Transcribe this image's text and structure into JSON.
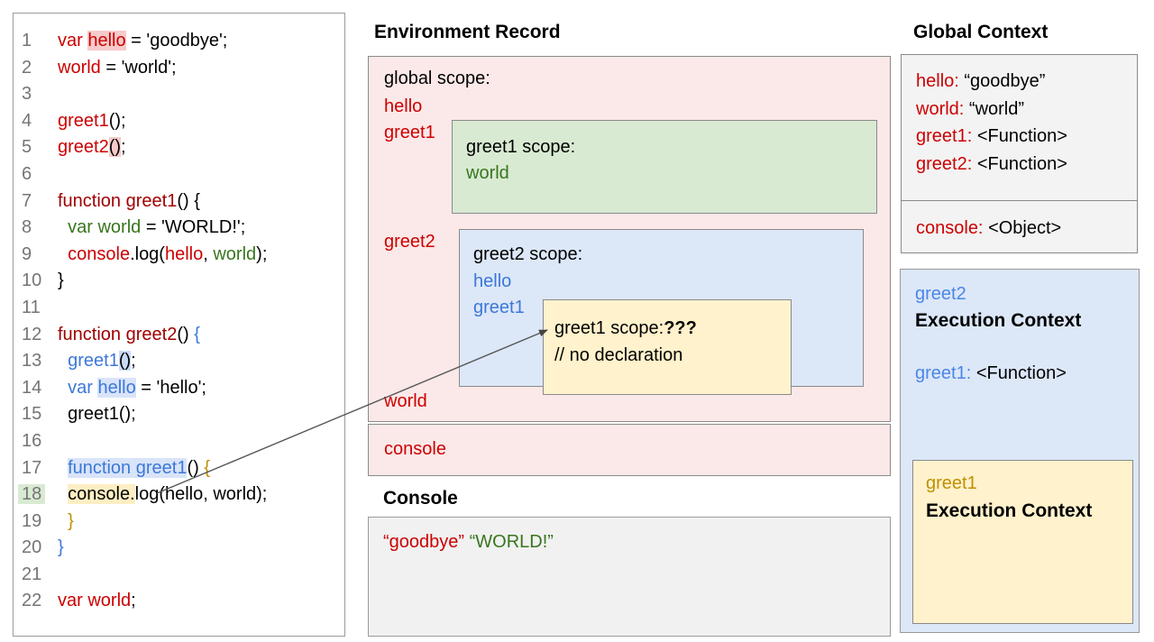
{
  "colors": {
    "code_red": "#cc0000",
    "code_dark_red": "#a00000",
    "code_green": "#38761d",
    "code_blue": "#3c78d8",
    "code_gold": "#bf9000",
    "line_number_gray": "#757575",
    "scope_pink_bg": "#fbe8e8",
    "scope_green_bg": "#d9ead3",
    "scope_blue_bg": "#dce7f8",
    "scope_yellow_bg": "#fff2cc",
    "panel_gray_bg": "#f3f3f3",
    "console_gray_bg": "#f1f1f1"
  },
  "code_panel": {
    "lines": [
      {
        "num": "1",
        "tokens": [
          {
            "t": "var ",
            "c": "red"
          },
          {
            "t": "hello",
            "c": "red",
            "hl": "red"
          },
          {
            "t": " = 'goodbye';"
          }
        ]
      },
      {
        "num": "2",
        "tokens": [
          {
            "t": "world",
            "c": "red"
          },
          {
            "t": " = 'world';"
          }
        ]
      },
      {
        "num": "3",
        "tokens": []
      },
      {
        "num": "4",
        "tokens": [
          {
            "t": "greet1",
            "c": "red"
          },
          {
            "t": "();"
          }
        ]
      },
      {
        "num": "5",
        "tokens": [
          {
            "t": "greet2",
            "c": "red"
          },
          {
            "t": "()",
            "hl": "red"
          },
          {
            "t": ";"
          }
        ]
      },
      {
        "num": "6",
        "tokens": []
      },
      {
        "num": "7",
        "tokens": [
          {
            "t": "function greet1",
            "c": "darkred"
          },
          {
            "t": "() {"
          }
        ]
      },
      {
        "num": "8",
        "tokens": [
          {
            "t": "  "
          },
          {
            "t": "var world",
            "c": "green"
          },
          {
            "t": " = 'WORLD!';"
          }
        ]
      },
      {
        "num": "9",
        "tokens": [
          {
            "t": "  "
          },
          {
            "t": "console",
            "c": "red"
          },
          {
            "t": ".log("
          },
          {
            "t": "hello",
            "c": "red"
          },
          {
            "t": ", "
          },
          {
            "t": "world",
            "c": "green"
          },
          {
            "t": ");"
          }
        ]
      },
      {
        "num": "10",
        "tokens": [
          {
            "t": "}"
          }
        ]
      },
      {
        "num": "11",
        "tokens": []
      },
      {
        "num": "12",
        "tokens": [
          {
            "t": "function greet2",
            "c": "darkred"
          },
          {
            "t": "() "
          },
          {
            "t": "{",
            "c": "blue"
          }
        ]
      },
      {
        "num": "13",
        "tokens": [
          {
            "t": "  "
          },
          {
            "t": "greet1",
            "c": "blue"
          },
          {
            "t": "()",
            "hl": "blue"
          },
          {
            "t": ";"
          }
        ]
      },
      {
        "num": "14",
        "tokens": [
          {
            "t": "  "
          },
          {
            "t": "var ",
            "c": "blue"
          },
          {
            "t": "hello",
            "c": "blue",
            "hl": "lightblue"
          },
          {
            "t": " = 'hello';"
          }
        ]
      },
      {
        "num": "15",
        "tokens": [
          {
            "t": "  "
          },
          {
            "t": "greet1();"
          }
        ]
      },
      {
        "num": "16",
        "tokens": []
      },
      {
        "num": "17",
        "tokens": [
          {
            "t": "  "
          },
          {
            "t": "function greet1",
            "c": "blue",
            "hl": "lightblue"
          },
          {
            "t": "() "
          },
          {
            "t": "{",
            "c": "gold"
          }
        ]
      },
      {
        "num": "18",
        "num_hl": "green",
        "tokens": [
          {
            "t": "  "
          },
          {
            "t": "console.",
            "hl": "yellow"
          },
          {
            "t": "log(hello, world);"
          }
        ]
      },
      {
        "num": "19",
        "tokens": [
          {
            "t": "  "
          },
          {
            "t": "}",
            "c": "gold"
          }
        ]
      },
      {
        "num": "20",
        "tokens": [
          {
            "t": "}",
            "c": "blue"
          }
        ]
      },
      {
        "num": "21",
        "tokens": []
      },
      {
        "num": "22",
        "tokens": [
          {
            "t": "var world",
            "c": "red"
          },
          {
            "t": ";"
          }
        ]
      }
    ]
  },
  "environment_record": {
    "title": "Environment Record",
    "global_label": "global scope:",
    "var_hello": "hello",
    "var_greet1": "greet1",
    "var_greet2": "greet2",
    "var_world": "world",
    "var_console": "console",
    "greet1_scope_label": "greet1 scope:",
    "greet1_scope_var": "world",
    "greet2_scope_label": "greet2 scope:",
    "greet2_scope_var1": "hello",
    "greet2_scope_var2": "greet1",
    "inner_label": "greet1 scope:",
    "inner_question": "???",
    "inner_comment": "// no declaration"
  },
  "console_panel": {
    "title": "Console",
    "output": [
      {
        "t": "“goodbye”",
        "c": "red"
      },
      {
        "t": " "
      },
      {
        "t": "“WORLD!”",
        "c": "green"
      }
    ]
  },
  "global_context": {
    "title": "Global Context",
    "entries": [
      {
        "key": "hello:",
        "value": "“goodbye”"
      },
      {
        "key": "world:",
        "value": "“world”"
      },
      {
        "key": "greet1:",
        "value": "<Function>"
      },
      {
        "key": "greet2:",
        "value": "<Function>"
      }
    ],
    "console_entry": {
      "key": "console:",
      "value": "<Object>"
    }
  },
  "greet2_execution_context": {
    "name": "greet2",
    "title": "Execution Context",
    "entry": {
      "key": "greet1:",
      "value": "<Function>"
    }
  },
  "greet1_execution_context": {
    "name": "greet1",
    "title": "Execution Context"
  }
}
